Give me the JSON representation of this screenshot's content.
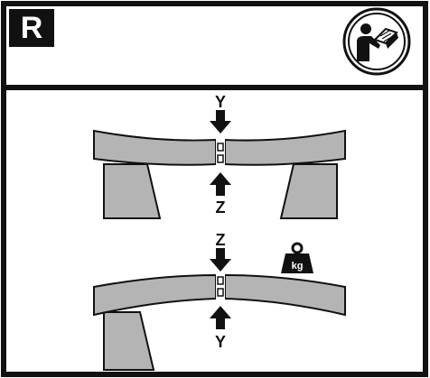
{
  "header": {
    "badge_letter": "R",
    "manual_icon": "read-manual-icon"
  },
  "diagram_top": {
    "top_label": "Y",
    "bottom_label": "Z"
  },
  "diagram_bottom": {
    "top_label": "Z",
    "bottom_label": "Y",
    "weight_label": "kg",
    "weight_icon": "weight-kg-icon"
  },
  "colors": {
    "border": "#111111",
    "badge_bg": "#111111",
    "badge_fg": "#ffffff",
    "beam_fill": "#b4b4b4",
    "support_fill": "#b4b4b4",
    "arrow": "#111111",
    "background": "#ffffff"
  }
}
